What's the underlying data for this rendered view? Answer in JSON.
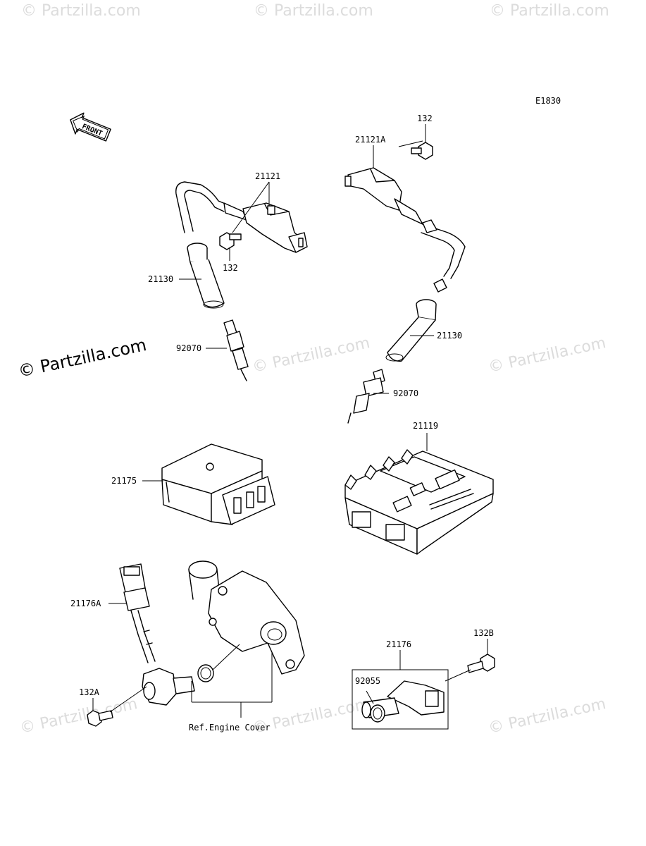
{
  "diagram_code": "E1830",
  "front_label": "FRONT",
  "watermark": "© Partzilla.com",
  "callouts": {
    "c21121": "21121",
    "c132_left": "132",
    "c21130_left": "21130",
    "c92070_left": "92070",
    "c132_right": "132",
    "c21121A": "21121A",
    "c21130_right": "21130",
    "c92070_right": "92070",
    "c21119": "21119",
    "c21175": "21175",
    "c21176A": "21176A",
    "c132A": "132A",
    "ref_engine_cover": "Ref.Engine Cover",
    "c21176": "21176",
    "c92055": "92055",
    "c132B": "132B"
  }
}
